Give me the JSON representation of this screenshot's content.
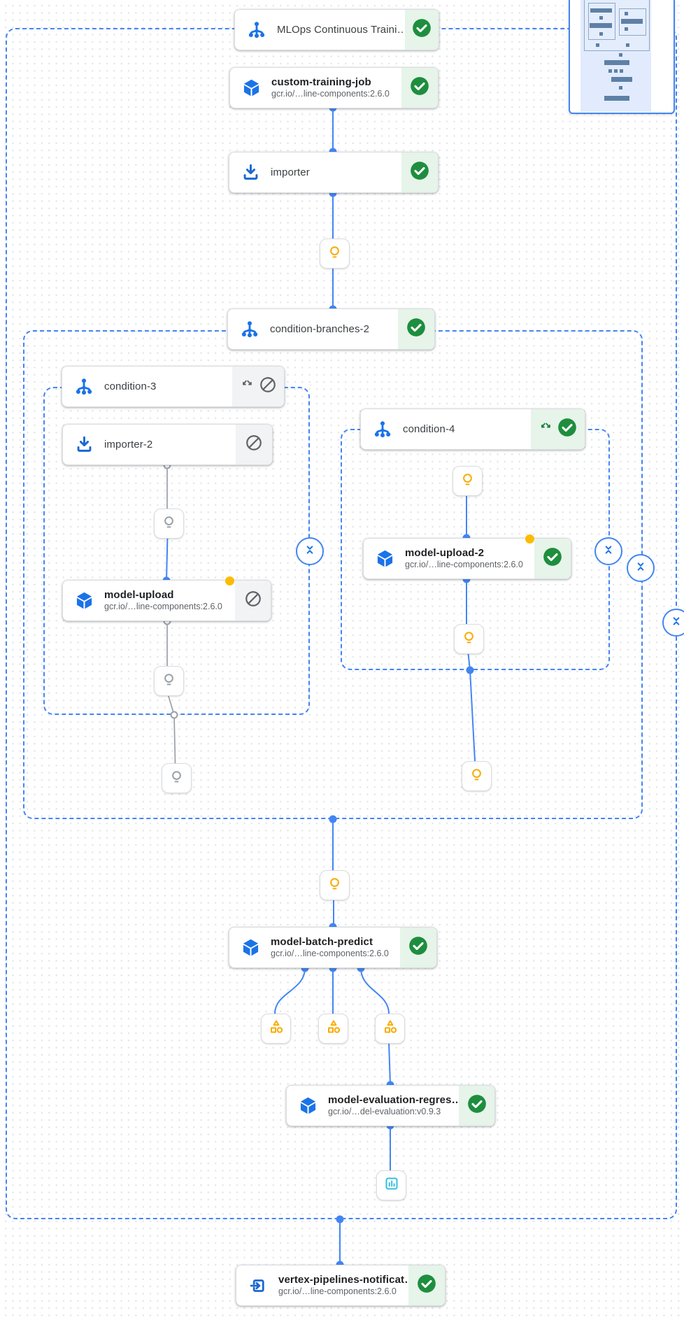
{
  "pipeline": {
    "root_label": "MLOps Continuous Traini…"
  },
  "colors": {
    "edge_blue": "#4285f4",
    "icon_blue": "#1a73e8",
    "success_green": "#1e8e3e",
    "success_bg": "#e6f4ea",
    "skipped_gray": "#5f6368",
    "skipped_bg": "#f1f3f4",
    "artifact_yellow": "#f9ab00",
    "cached_dot_yellow": "#fbbc04",
    "metrics_cyan": "#33bfdd",
    "edge_gray": "#9aa0a6"
  },
  "icons": {
    "condition": "condition-dag-icon",
    "component": "component-cube-icon",
    "importer": "importer-download-icon",
    "exit": "exit-to-app-icon",
    "bulb": "condition-output-bulb-icon",
    "artifact": "artifact-shapes-icon",
    "metrics": "metrics-chart-icon",
    "success": "check-circle-icon",
    "skipped": "block-icon",
    "merge": "merge-arrows-icon",
    "collapse": "collapse-chevrons-icon"
  },
  "nodes": [
    {
      "title": "MLOps Continuous Traini…",
      "icon": "condition",
      "status": [
        "success"
      ]
    },
    {
      "title": "custom-training-job",
      "subtitle": "gcr.io/…line-components:2.6.0",
      "icon": "component",
      "status": [
        "success"
      ]
    },
    {
      "title": "importer",
      "icon": "importer",
      "status": [
        "success"
      ]
    },
    {
      "title": "condition-branches-2",
      "icon": "condition",
      "status": [
        "success"
      ]
    },
    {
      "title": "condition-3",
      "icon": "condition",
      "status": [
        "merge",
        "skipped"
      ]
    },
    {
      "title": "importer-2",
      "icon": "importer",
      "status": [
        "skipped"
      ]
    },
    {
      "title": "model-upload",
      "subtitle": "gcr.io/…line-components:2.6.0",
      "icon": "component",
      "status": [
        "skipped"
      ],
      "badge": "yellow-dot"
    },
    {
      "title": "condition-4",
      "icon": "condition",
      "status": [
        "merge",
        "success"
      ]
    },
    {
      "title": "model-upload-2",
      "subtitle": "gcr.io/…line-components:2.6.0",
      "icon": "component",
      "status": [
        "success"
      ],
      "badge": "yellow-dot"
    },
    {
      "title": "model-batch-predict",
      "subtitle": "gcr.io/…line-components:2.6.0",
      "icon": "component",
      "status": [
        "success"
      ]
    },
    {
      "title": "model-evaluation-regres…",
      "subtitle": "gcr.io/…del-evaluation:v0.9.3",
      "icon": "component",
      "status": [
        "success"
      ]
    },
    {
      "title": "vertex-pipelines-notificat…",
      "subtitle": "gcr.io/…line-components:2.6.0",
      "icon": "exit",
      "status": [
        "success"
      ]
    }
  ]
}
